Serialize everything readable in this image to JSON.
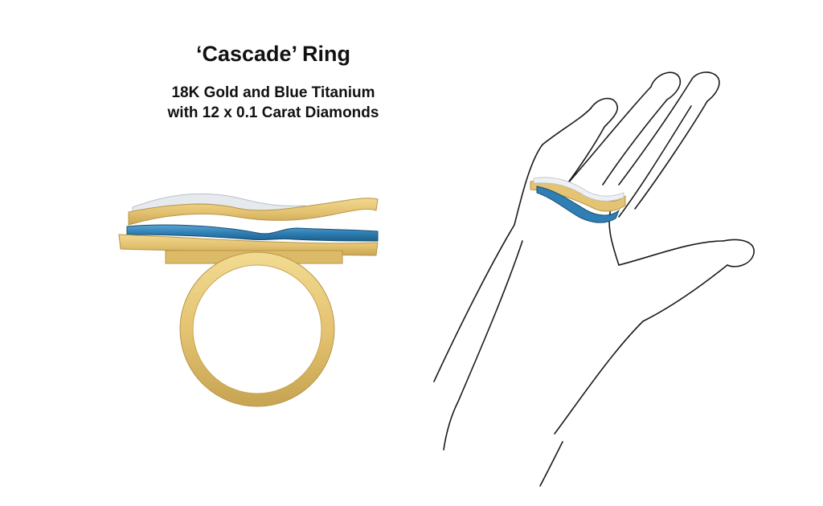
{
  "product": {
    "title": "‘Cascade’ Ring",
    "description_line1": "18K Gold and Blue Titanium",
    "description_line2": "with 12 x 0.1 Carat Diamonds"
  },
  "colors": {
    "gold": "#e7c877",
    "gold_shadow": "#c9a653",
    "titanium_blue": "#2f7fb5",
    "diamond": "#e6eaee",
    "sketch_line": "#1a1a1a"
  }
}
